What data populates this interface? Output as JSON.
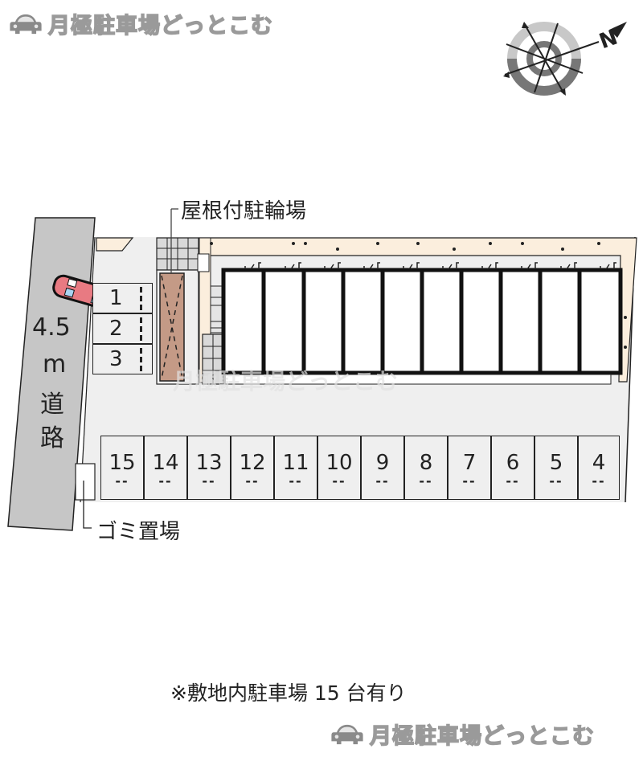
{
  "brand": {
    "name": "月極駐車場どっとこむ",
    "icon": "car-icon",
    "color": "#9a9a9a"
  },
  "compass": {
    "north_label": "N",
    "icon": "compass-icon"
  },
  "road": {
    "width_label": "4.5",
    "unit_label": "m",
    "name_line1": "道",
    "name_line2": "路",
    "color": "#c6c6c6"
  },
  "labels": {
    "bicycle_parking": "屋根付駐輪場",
    "garbage_area": "ゴミ置場",
    "footnote": "※敷地内駐車場 15 台有り"
  },
  "parking": {
    "left_slots": [
      {
        "number": "1"
      },
      {
        "number": "2"
      },
      {
        "number": "3"
      }
    ],
    "bottom_slots": [
      {
        "number": "15",
        "mark": "--"
      },
      {
        "number": "14",
        "mark": "--"
      },
      {
        "number": "13",
        "mark": "--"
      },
      {
        "number": "12",
        "mark": "--"
      },
      {
        "number": "11",
        "mark": "--"
      },
      {
        "number": "10",
        "mark": "--"
      },
      {
        "number": "9",
        "mark": "--"
      },
      {
        "number": "8",
        "mark": "--"
      },
      {
        "number": "7",
        "mark": "--"
      },
      {
        "number": "6",
        "mark": "--"
      },
      {
        "number": "5",
        "mark": "--"
      },
      {
        "number": "4",
        "mark": "--"
      }
    ],
    "total": 15
  },
  "colors": {
    "lot_fill": "#efefef",
    "planting": "#fbeedd",
    "bicycle_roof": "#c49a86",
    "car": "#e87a82",
    "car_window": "#a9d4f2"
  }
}
